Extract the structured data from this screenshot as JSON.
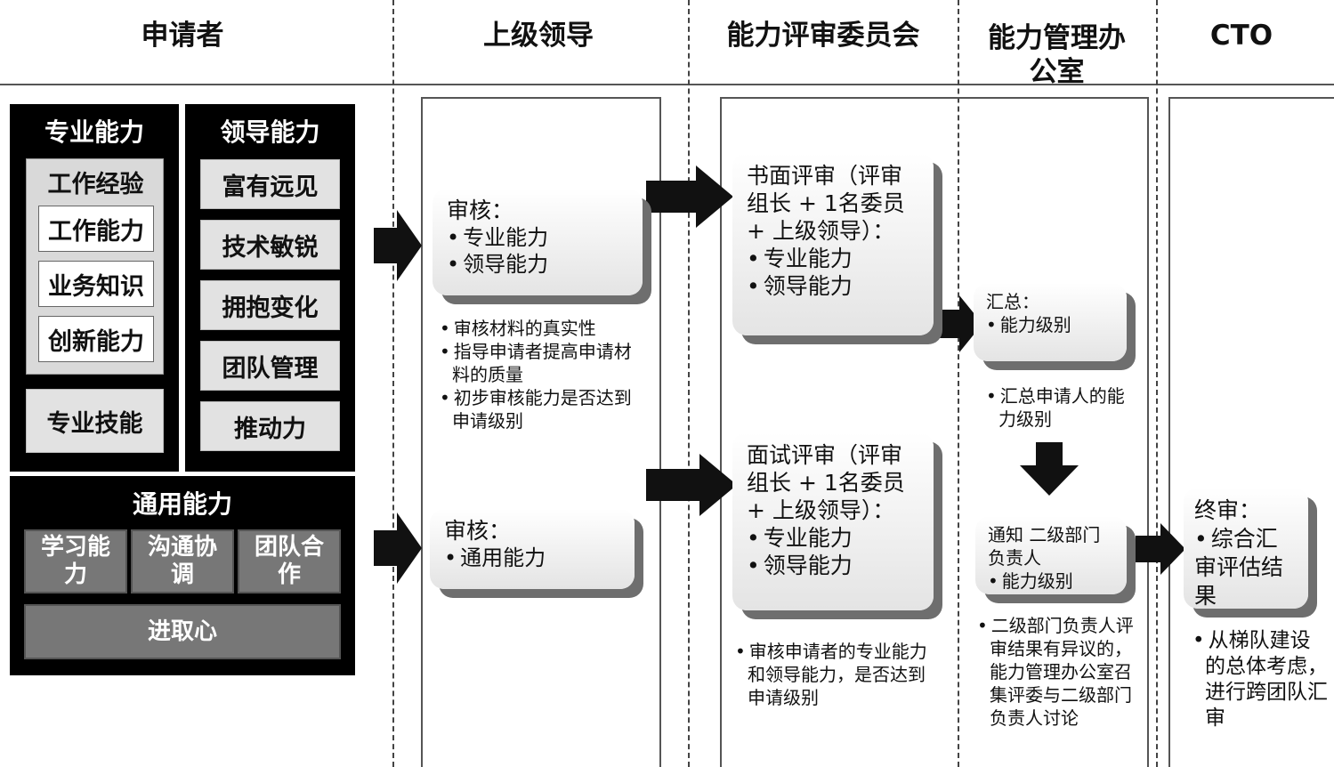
{
  "lanes": {
    "applicant": "申请者",
    "supervisor": "上级领导",
    "committee": "能力评审委员会",
    "office": "能力管理办公室",
    "cto": "CTO"
  },
  "applicant": {
    "professional": {
      "title": "专业能力",
      "work_experience": "工作经验",
      "items": [
        "工作能力",
        "业务知识",
        "创新能力"
      ],
      "skill": "专业技能"
    },
    "leadership": {
      "title": "领导能力",
      "items": [
        "富有远见",
        "技术敏锐",
        "拥抱变化",
        "团队管理",
        "推动力"
      ]
    },
    "general": {
      "title": "通用能力",
      "items": [
        "学习能力",
        "沟通协调",
        "团队合作"
      ],
      "motivation": "进取心"
    }
  },
  "supervisor": {
    "review1": {
      "title": "审核：",
      "items": [
        "专业能力",
        "领导能力"
      ]
    },
    "notes1": [
      "审核材料的真实性",
      "指导申请者提高申请材料的质量",
      "初步审核能力是否达到申请级别"
    ],
    "review2": {
      "title": "审核：",
      "items": [
        "通用能力"
      ]
    }
  },
  "committee": {
    "written": {
      "title": "书面评审（评审组长 + 1名委员 + 上级领导）：",
      "items": [
        "专业能力",
        "领导能力"
      ]
    },
    "interview": {
      "title": "面试评审（评审组长 + 1名委员 + 上级领导）：",
      "items": [
        "专业能力",
        "领导能力"
      ]
    },
    "notes": [
      "审核申请者的专业能力和领导能力，是否达到申请级别"
    ]
  },
  "office": {
    "summary": {
      "title": "汇总：",
      "items": [
        "能力级别"
      ]
    },
    "summary_notes": [
      "汇总申请人的能力级别"
    ],
    "notify": {
      "title": "通知 二级部门负责人",
      "items": [
        "能力级别"
      ]
    },
    "notes": [
      "二级部门负责人评审结果有异议的，能力管理办公室召集评委与二级部门负责人讨论"
    ]
  },
  "cto": {
    "final": {
      "title": "终审：",
      "items": [
        "综合汇审评估结果"
      ]
    },
    "notes": [
      "从梯队建设的总体考虑，进行跨团队汇审"
    ]
  }
}
